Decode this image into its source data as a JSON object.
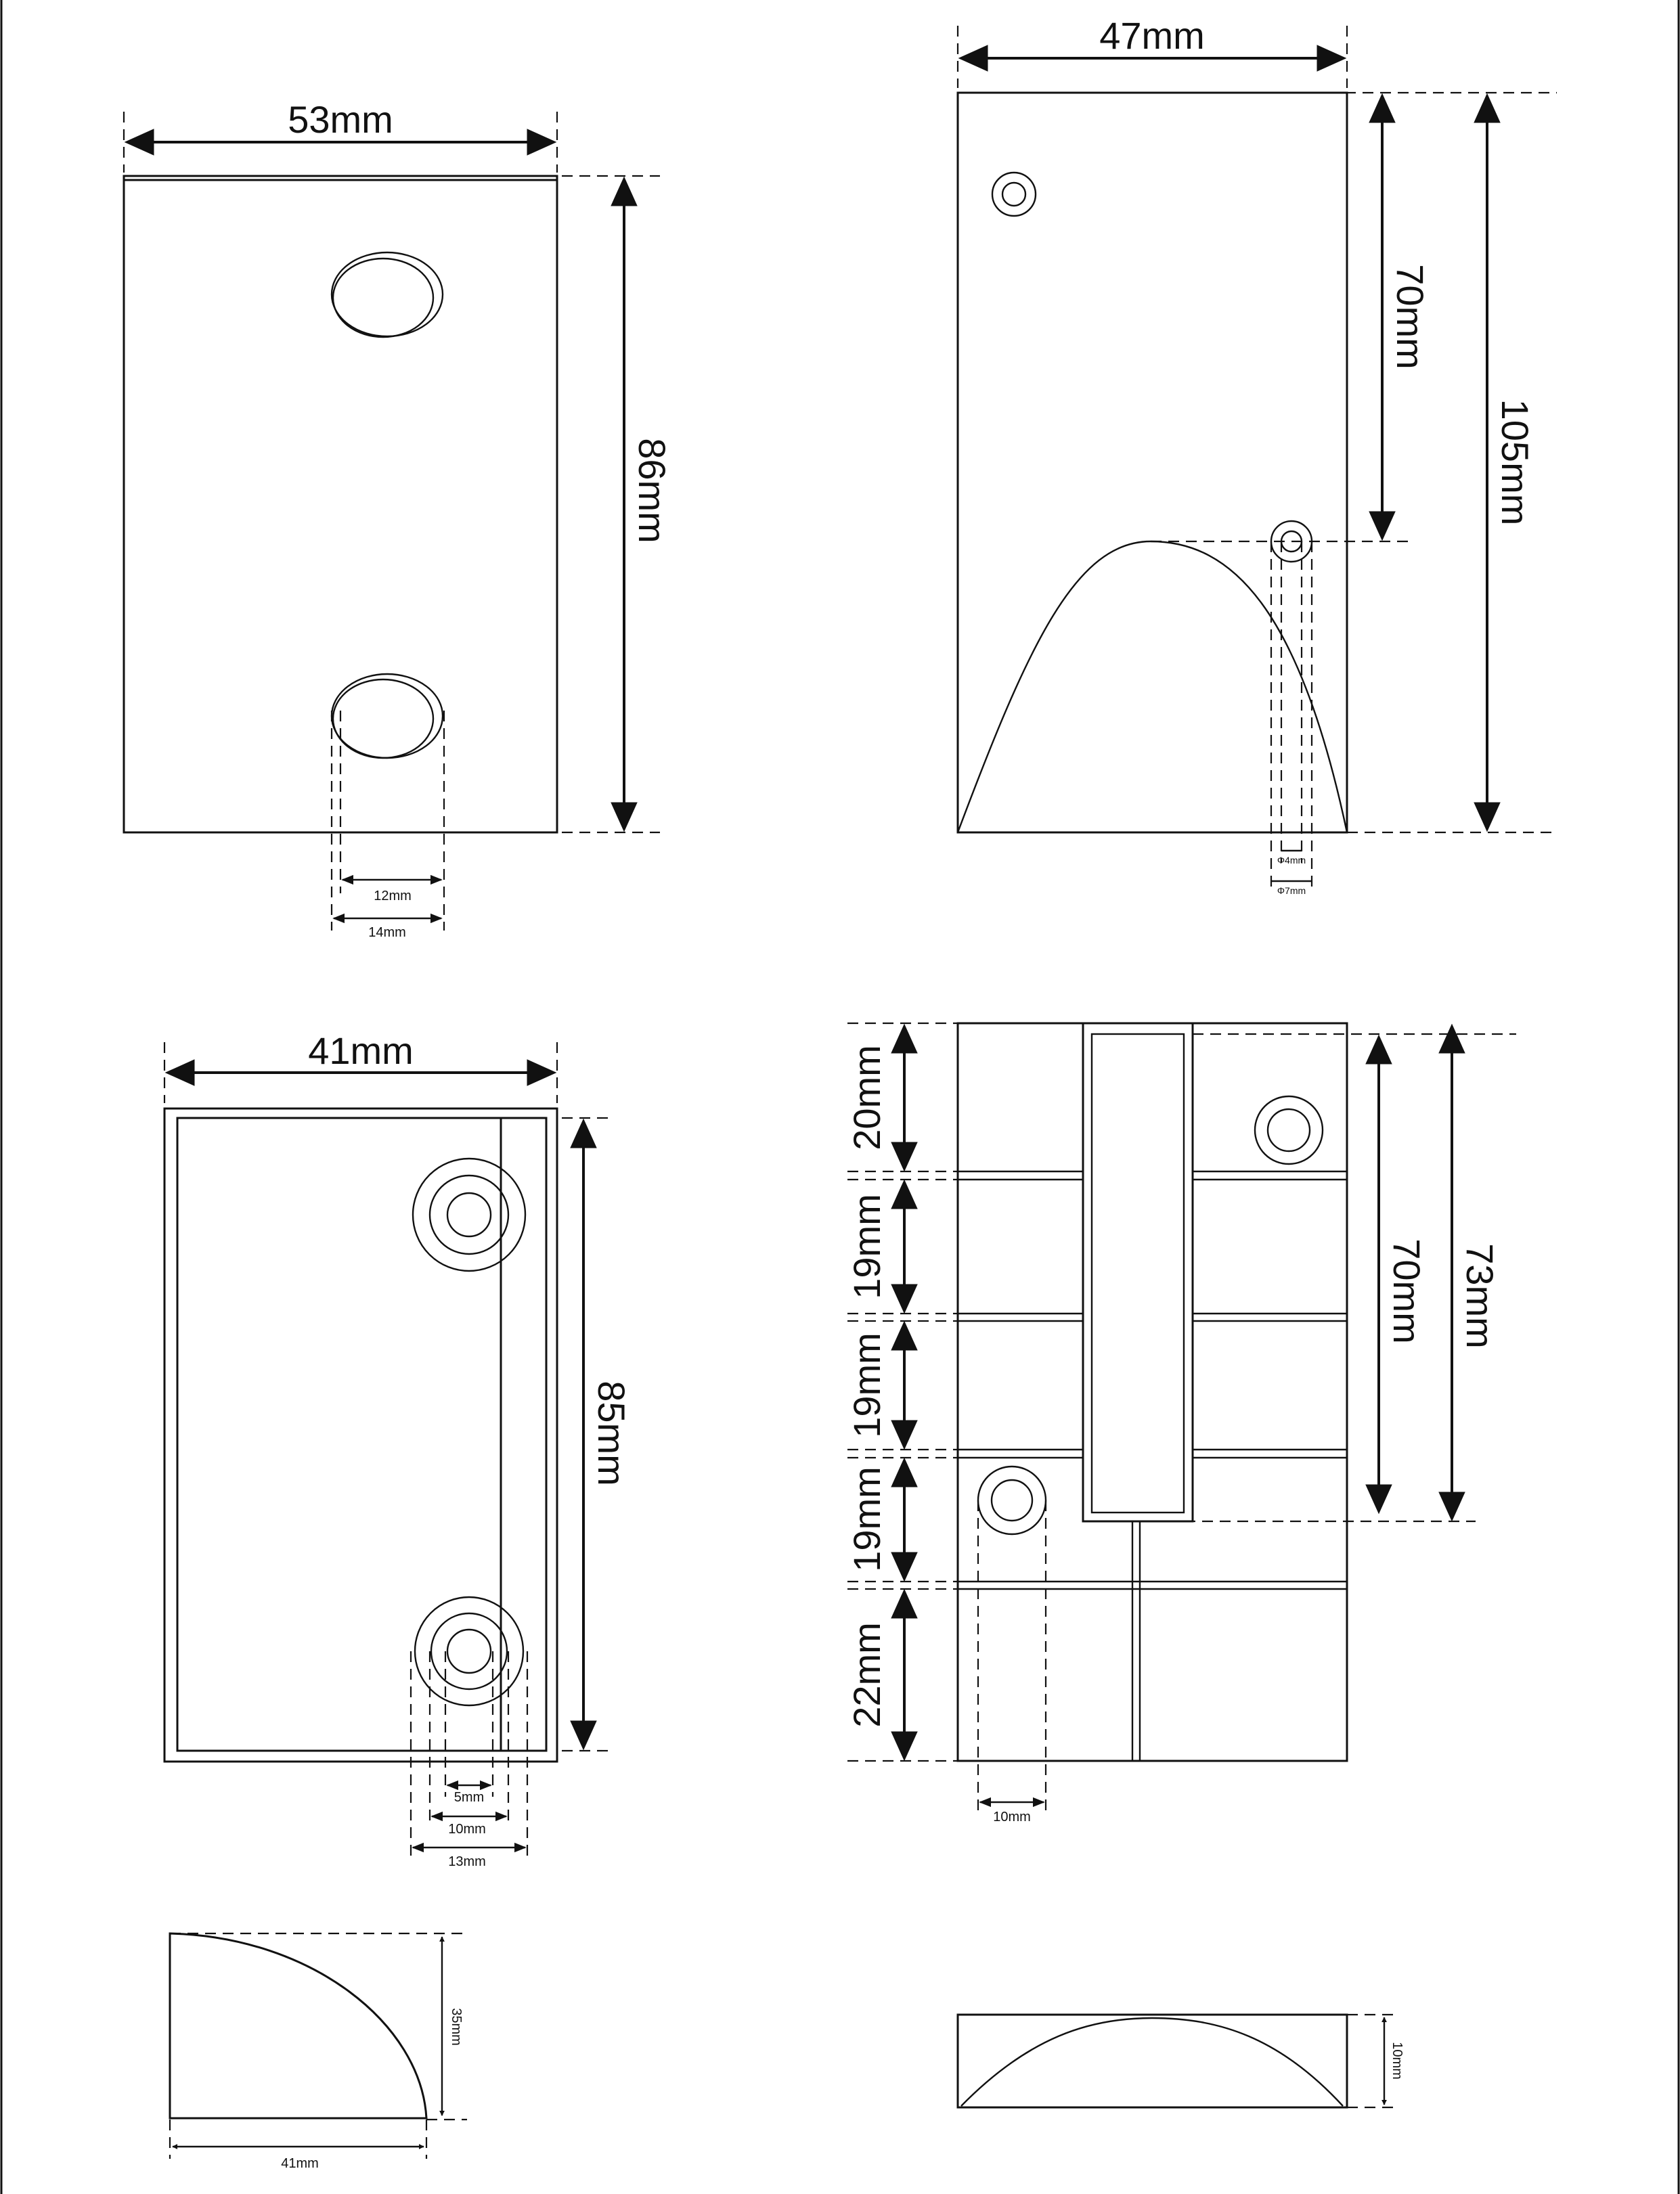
{
  "front_view": {
    "width": "53mm",
    "height": "86mm",
    "hole_inner": "12mm",
    "hole_outer": "14mm"
  },
  "side_view": {
    "width": "47mm",
    "hole_height": "70mm",
    "height": "105mm",
    "hole_inner": "Φ4mm",
    "hole_outer": "Φ7mm"
  },
  "depth_view": {
    "width": "41mm",
    "height": "85mm",
    "hole_inner": "5mm",
    "hole_mid": "10mm",
    "hole_outer": "13mm"
  },
  "wall_grid": {
    "row1": "20mm",
    "row2": "19mm",
    "row3": "19mm",
    "row4": "19mm",
    "row5": "22mm",
    "mount_span": "70mm",
    "total": "73mm",
    "hole_width": "10mm"
  },
  "arc_profile": {
    "height": "35mm",
    "width": "41mm"
  },
  "top_profile": {
    "height": "10mm"
  }
}
